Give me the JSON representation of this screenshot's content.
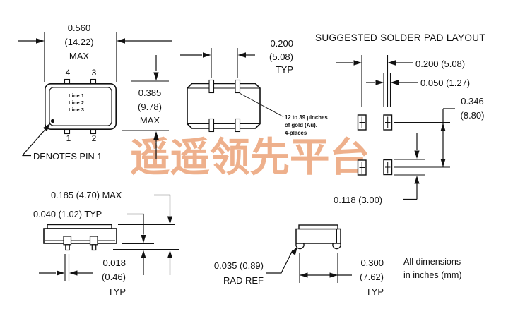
{
  "watermark": {
    "text": "遥遥领先平台",
    "color": "#eeb08c"
  },
  "line_color": "#111111",
  "top_view": {
    "dim_width": {
      "l1": "0.560",
      "l2": "(14.22)",
      "l3": "MAX"
    },
    "dim_height": {
      "l1": "0.385",
      "l2": "(9.78)",
      "l3": "MAX"
    },
    "pin_top_left": "4",
    "pin_top_right": "3",
    "pin_bottom_left": "1",
    "pin_bottom_right": "2",
    "marking": {
      "l1": "Line 1",
      "l2": "Line 2",
      "l3": "Line 3"
    },
    "pin1_note": "DENOTES PIN 1"
  },
  "bottom_view": {
    "dim_pin_spacing": {
      "l1": "0.200",
      "l2": "(5.08)",
      "l3": "TYP"
    },
    "gold_note": {
      "l1": "12 to 39 μinches",
      "l2": "of gold (Au).",
      "l3": "4-places"
    }
  },
  "pad_layout": {
    "title": "SUGGESTED SOLDER PAD LAYOUT",
    "dim_pad_spacing": "0.200 (5.08)",
    "dim_pad_width": "0.050 (1.27)",
    "dim_row_spacing": {
      "l1": "0.346",
      "l2": "(8.80)"
    },
    "dim_pad_height": "0.118 (3.00)"
  },
  "side_view": {
    "dim_height": "0.185 (4.70) MAX",
    "dim_pin_standoff": "0.040 (1.02) TYP",
    "dim_pin_width": {
      "l1": "0.018",
      "l2": "(0.46)",
      "l3": "TYP"
    }
  },
  "end_view": {
    "dim_rad": {
      "l1": "0.035 (0.89)",
      "l2": "RAD REF"
    },
    "dim_foot_spacing": {
      "l1": "0.300",
      "l2": "(7.62)",
      "l3": "TYP"
    }
  },
  "footer": {
    "l1": "All dimensions",
    "l2": "in inches (mm)"
  }
}
